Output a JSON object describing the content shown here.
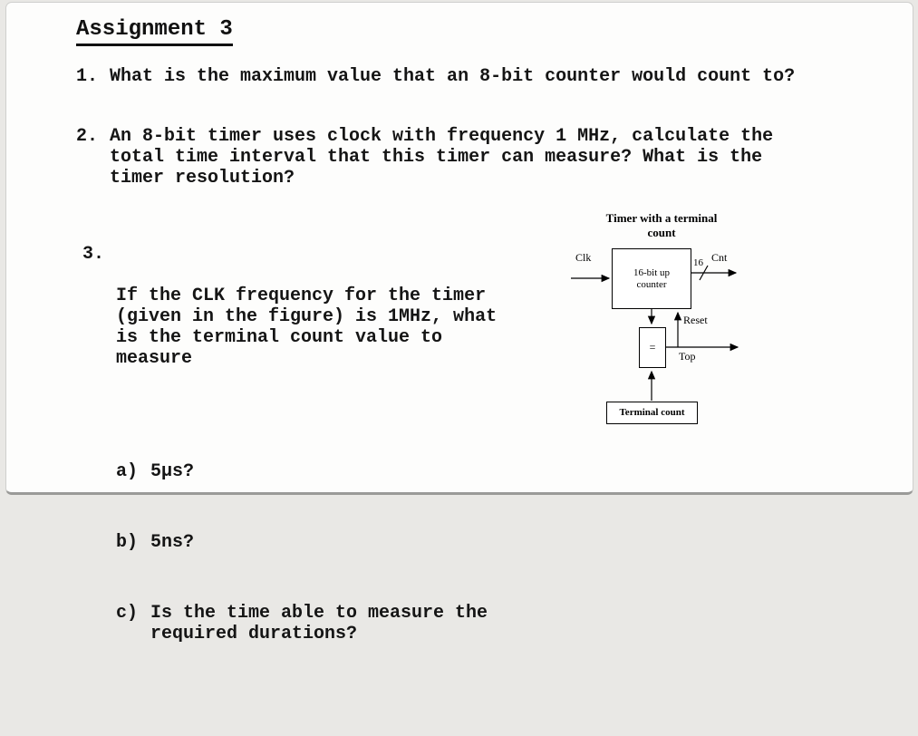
{
  "doc": {
    "title": "Assignment 3",
    "questions": [
      {
        "number": "1.",
        "text": "What is the maximum value that an 8-bit counter would count to?"
      },
      {
        "number": "2.",
        "text": "An 8-bit timer uses clock with frequency 1 MHz, calculate the total time interval that this timer can measure? What is the timer resolution?"
      },
      {
        "number": "3.",
        "text": "If the CLK frequency for the timer (given in the figure) is 1MHz, what is the terminal count value to measure",
        "subitems": [
          {
            "label": "a)",
            "text": "5μs?"
          },
          {
            "label": "b)",
            "text": "5ns?"
          },
          {
            "label": "c)",
            "text": "Is the time able to measure the required durations?"
          }
        ]
      }
    ]
  },
  "diagram": {
    "title": "Timer with a terminal count",
    "counter_label": "16-bit up counter",
    "clk_label": "Clk",
    "bus_width": "16",
    "cnt_label": "Cnt",
    "reset_label": "Reset",
    "top_label": "Top",
    "equals_label": "=",
    "terminal_count_label": "Terminal count",
    "line_color": "#000000"
  }
}
